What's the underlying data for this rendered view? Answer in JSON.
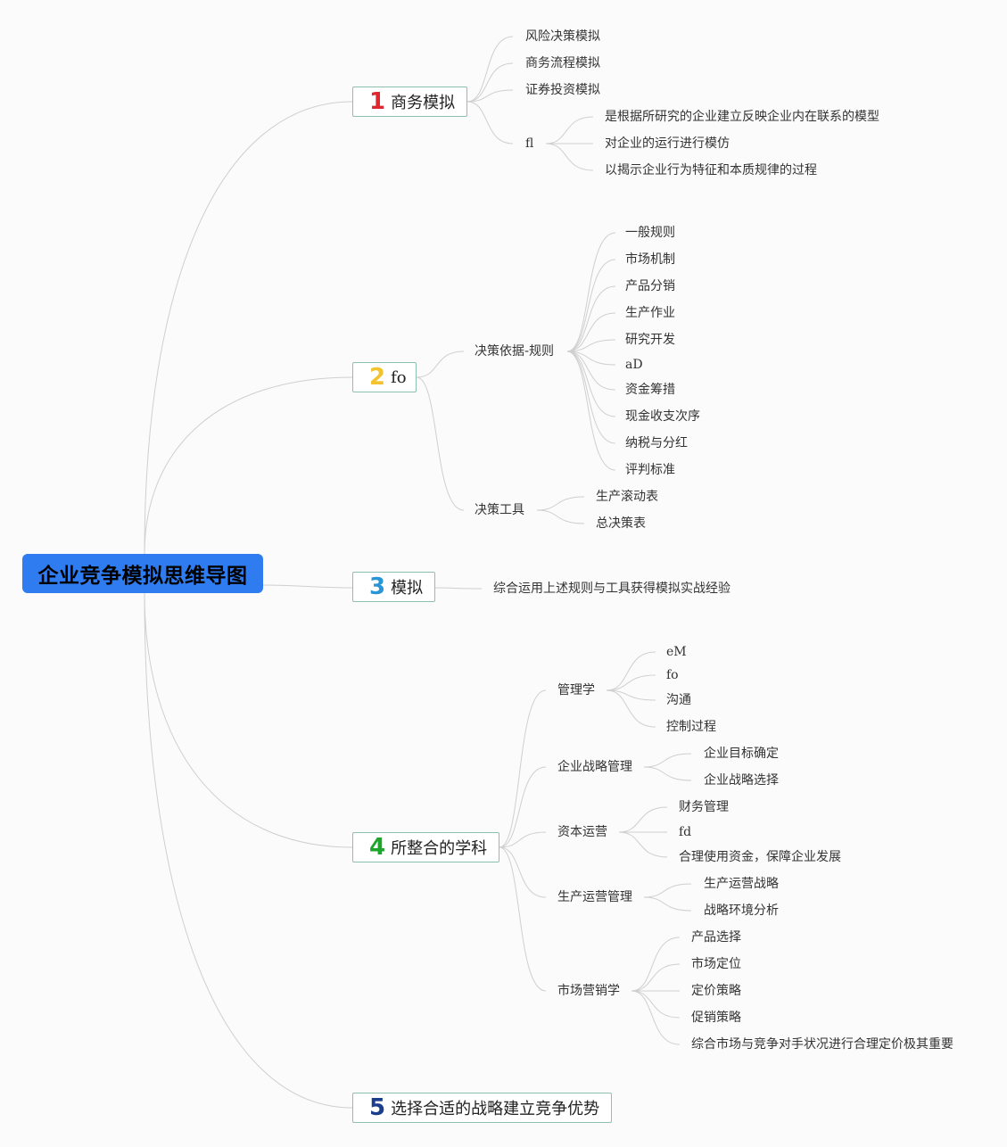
{
  "root": {
    "label": "企业竞争模拟思维导图"
  },
  "branches": [
    {
      "number": "1",
      "label": "商务模拟",
      "number_color": "#e0262f"
    },
    {
      "number": "2",
      "label": "fo",
      "number_color": "#f2c22f"
    },
    {
      "number": "3",
      "label": "模拟",
      "number_color": "#2a95d6"
    },
    {
      "number": "4",
      "label": "所整合的学科",
      "number_color": "#20a52c"
    },
    {
      "number": "5",
      "label": "选择合适的战略建立竞争优势",
      "number_color": "#1a3e8c"
    }
  ],
  "b1": {
    "items": [
      "风险决策模拟",
      "商务流程模拟",
      "证券投资模拟"
    ],
    "fl": {
      "label": "fl",
      "children": [
        "是根据所研究的企业建立反映企业内在联系的模型",
        "对企业的运行进行模仿",
        "以揭示企业行为特征和本质规律的过程"
      ]
    }
  },
  "b2": {
    "rules": {
      "label": "决策依据-规则",
      "children": [
        "一般规则",
        "市场机制",
        "产品分销",
        "生产作业",
        "研究开发",
        "aD",
        "资金筹措",
        "现金收支次序",
        "纳税与分红",
        "评判标准"
      ]
    },
    "tools": {
      "label": "决策工具",
      "children": [
        "生产滚动表",
        "总决策表"
      ]
    }
  },
  "b3": {
    "items": [
      "综合运用上述规则与工具获得模拟实战经验"
    ]
  },
  "b4": {
    "groups": [
      {
        "label": "管理学",
        "children": [
          "eM",
          "fo",
          "沟通",
          "控制过程"
        ]
      },
      {
        "label": "企业战略管理",
        "children": [
          "企业目标确定",
          "企业战略选择"
        ]
      },
      {
        "label": "资本运营",
        "children": [
          "财务管理",
          "fd",
          "合理使用资金，保障企业发展"
        ]
      },
      {
        "label": "生产运营管理",
        "children": [
          "生产运营战略",
          "战略环境分析"
        ]
      },
      {
        "label": "市场营销学",
        "children": [
          "产品选择",
          "市场定位",
          "定价策略",
          "促销策略",
          "综合市场与竞争对手状况进行合理定价极其重要"
        ]
      }
    ]
  }
}
